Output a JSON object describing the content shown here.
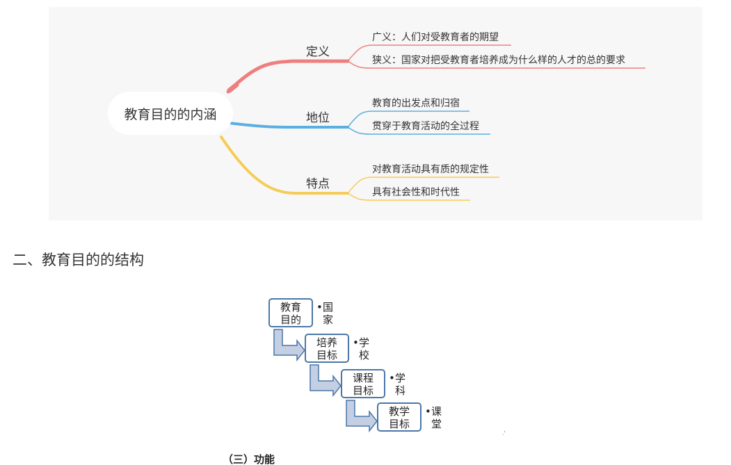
{
  "mindmap": {
    "center": "教育目的的内涵",
    "branches": [
      {
        "label": "定义",
        "color": "#ee7f7f",
        "leaves": [
          "广义：人们对受教育者的期望",
          "狭义：国家对把受教育者培养成为什么样的人才的总的要求"
        ]
      },
      {
        "label": "地位",
        "color": "#5aaee0",
        "leaves": [
          "教育的出发点和归宿",
          "贯穿于教育活动的全过程"
        ]
      },
      {
        "label": "特点",
        "color": "#f5cc5a",
        "leaves": [
          "对教育活动具有质的规定性",
          "具有社会性和时代性"
        ]
      }
    ]
  },
  "section_heading": "二、教育目的的结构",
  "flow": {
    "box_border": "#4a76a8",
    "arrow_fill": "#c4cfe3",
    "steps": [
      {
        "lines": [
          "教育",
          "目的"
        ],
        "note": [
          "国",
          "家"
        ]
      },
      {
        "lines": [
          "培养",
          "目标"
        ],
        "note": [
          "学",
          "校"
        ]
      },
      {
        "lines": [
          "课程",
          "目标"
        ],
        "note": [
          "学",
          "科"
        ]
      },
      {
        "lines": [
          "教学",
          "目标"
        ],
        "note": [
          "课",
          "堂"
        ]
      }
    ]
  },
  "stray_mark": ".'",
  "cutoff_text": "（三）功能"
}
